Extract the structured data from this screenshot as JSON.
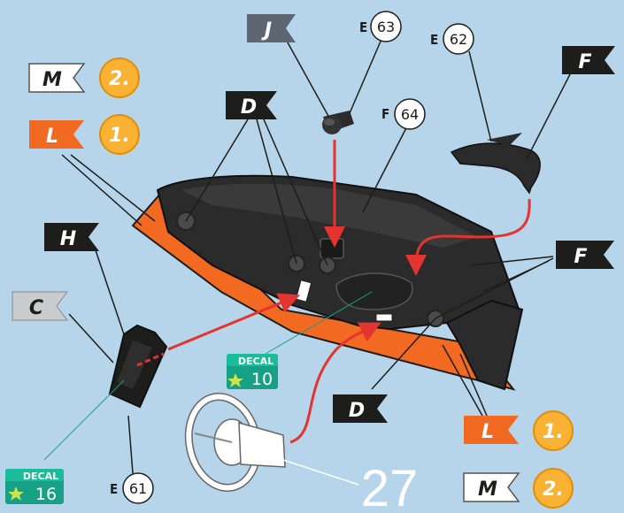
{
  "flags": {
    "j_top": {
      "letter": "J",
      "color": "#5e6672",
      "text_color": "#ffffff"
    },
    "m_top": {
      "letter": "M",
      "color": "#ffffff",
      "text_color": "#1d1d1b"
    },
    "l_top": {
      "letter": "L",
      "color": "#f26a21",
      "text_color": "#ffffff"
    },
    "d_top": {
      "letter": "D",
      "color": "#1d1d1b",
      "text_color": "#ffffff"
    },
    "f_top": {
      "letter": "F",
      "color": "#1d1d1b",
      "text_color": "#ffffff"
    },
    "h_left": {
      "letter": "H",
      "color": "#1d1d1b",
      "text_color": "#ffffff"
    },
    "c_left": {
      "letter": "C",
      "color": "#c9cbcc",
      "text_color": "#1d1d1b"
    },
    "f_right": {
      "letter": "F",
      "color": "#1d1d1b",
      "text_color": "#ffffff"
    },
    "d_bottom": {
      "letter": "D",
      "color": "#1d1d1b",
      "text_color": "#ffffff"
    },
    "l_bottom": {
      "letter": "L",
      "color": "#f26a21",
      "text_color": "#ffffff"
    },
    "m_bottom": {
      "letter": "M",
      "color": "#ffffff",
      "text_color": "#1d1d1b"
    }
  },
  "steps": {
    "m_top": "2.",
    "l_top": "1.",
    "l_bottom": "1.",
    "m_bottom": "2."
  },
  "parts": {
    "e63": {
      "letter": "E",
      "number": "63"
    },
    "e62": {
      "letter": "E",
      "number": "62"
    },
    "f64": {
      "letter": "F",
      "number": "64"
    },
    "e61": {
      "letter": "E",
      "number": "61"
    }
  },
  "decals": {
    "decal_10": {
      "label": "DECAL",
      "number": "10"
    },
    "decal_16": {
      "label": "DECAL",
      "number": "16"
    }
  },
  "page_number": "27",
  "colors": {
    "background": "#b7d5ea",
    "orange": "#f26a21",
    "dark": "#2a2a2a",
    "step_gold": "#f9b233",
    "arrow_red": "#e3342f",
    "decal_green": "#16a085"
  }
}
